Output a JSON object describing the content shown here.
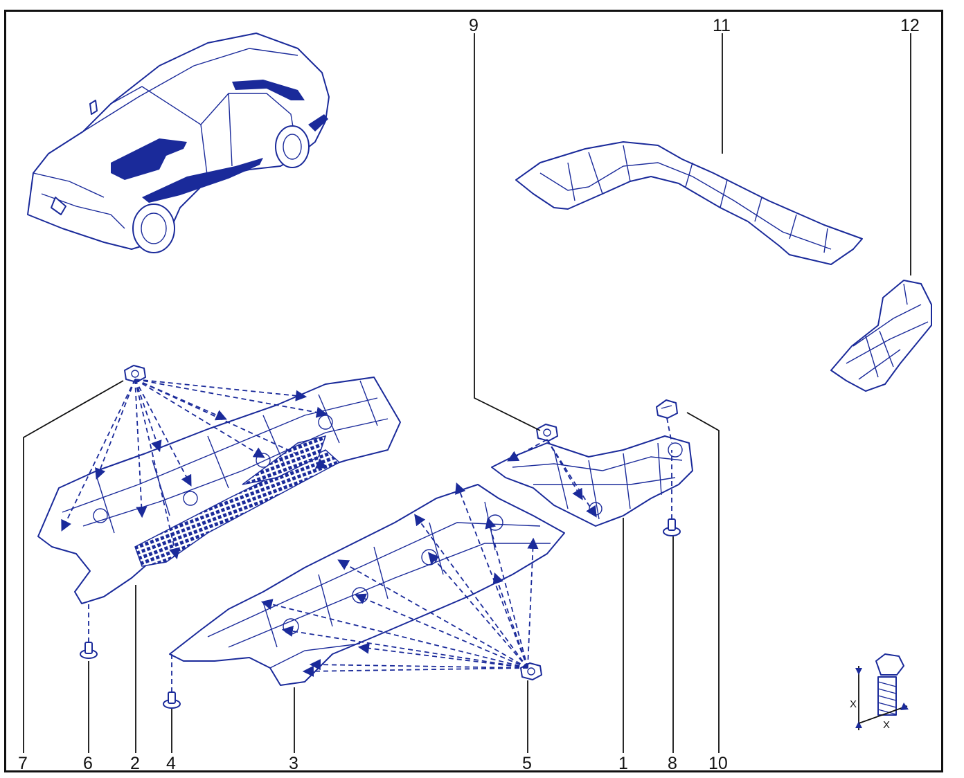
{
  "diagram": {
    "callouts": [
      {
        "id": "1",
        "label": "1"
      },
      {
        "id": "2",
        "label": "2"
      },
      {
        "id": "3",
        "label": "3"
      },
      {
        "id": "4",
        "label": "4"
      },
      {
        "id": "5",
        "label": "5"
      },
      {
        "id": "6",
        "label": "6"
      },
      {
        "id": "7",
        "label": "7"
      },
      {
        "id": "8",
        "label": "8"
      },
      {
        "id": "9",
        "label": "9"
      },
      {
        "id": "10",
        "label": "10"
      },
      {
        "id": "11",
        "label": "11"
      },
      {
        "id": "12",
        "label": "12"
      }
    ],
    "bolt_dimension_label": "X",
    "colors": {
      "line_art": "#1a2a9a",
      "leader": "#111111",
      "frame": "#111111"
    }
  }
}
